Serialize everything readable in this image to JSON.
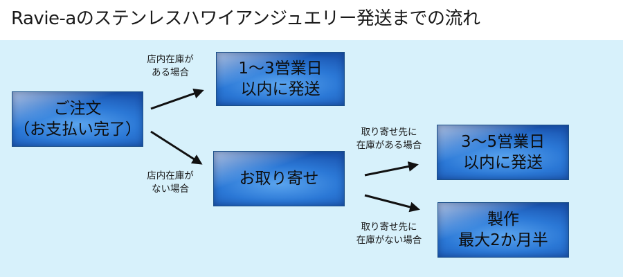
{
  "title": "Ravie-aのステンレスハワイアンジュエリー発送までの流れ",
  "nodes": {
    "order": {
      "line1": "ご注文",
      "line2": "（お支払い完了）"
    },
    "ship13": {
      "line1": "1〜3営業日",
      "line2": "以内に発送"
    },
    "backorder": {
      "line1": "お取り寄せ"
    },
    "ship35": {
      "line1": "3〜5営業日",
      "line2": "以内に発送"
    },
    "production": {
      "line1": "製作",
      "line2": "最大2か月半"
    }
  },
  "edge_labels": {
    "instock": {
      "line1": "店内在庫が",
      "line2": "ある場合"
    },
    "nostock": {
      "line1": "店内在庫が",
      "line2": "ない場合"
    },
    "supplier_instock": {
      "line1": "取り寄せ先に",
      "line2": "在庫がある場合"
    },
    "supplier_nostock": {
      "line1": "取り寄せ先に",
      "line2": "在庫がない場合"
    }
  },
  "colors": {
    "panel_background": "#d7f1fb",
    "box_fill": "#2b78d6",
    "arrow": "#111111"
  }
}
